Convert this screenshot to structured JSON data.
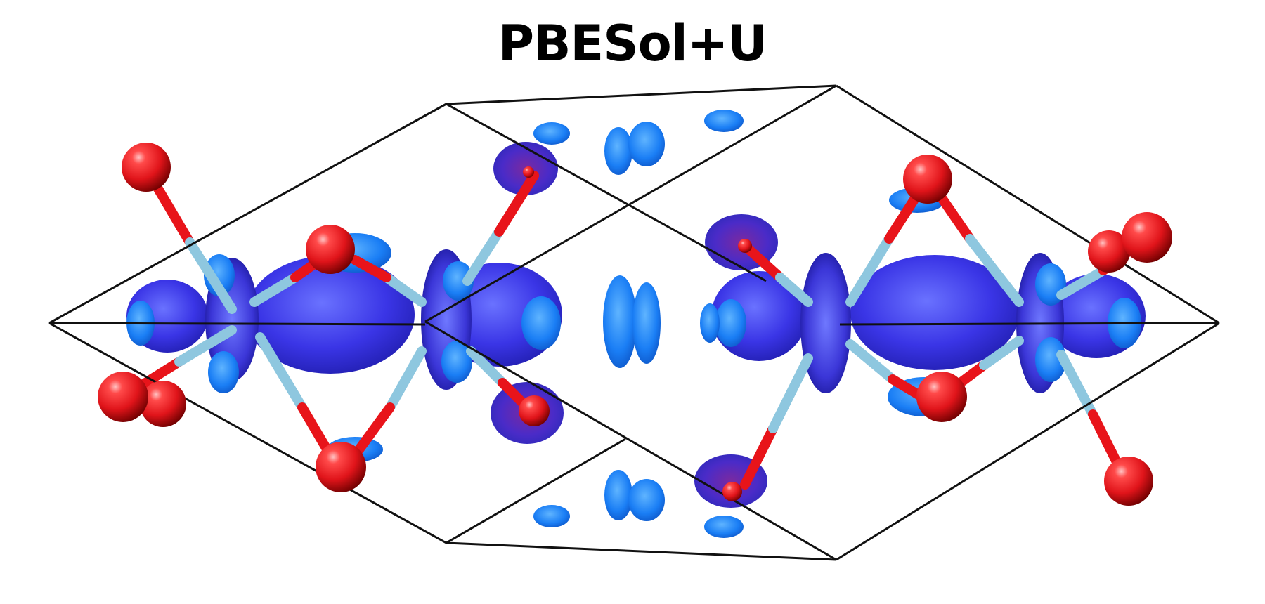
{
  "title": "PBESol+U",
  "colors": {
    "cell_edge": "#111111",
    "oxygen": "#e8141a",
    "oxygen_highlight": "#ffb0b0",
    "oxygen_shadow": "#7a0000",
    "metal_bond": "#8ec7df",
    "isosurface_dark": "#3a2fe0",
    "isosurface_light": "#1a7ef5",
    "isosurface_purple": "#5a1a9a"
  },
  "icons": {
    "oxygen_atom": "red-sphere",
    "metal_bond": "light-blue-cylinder",
    "isosurface": "blue-lobe"
  }
}
